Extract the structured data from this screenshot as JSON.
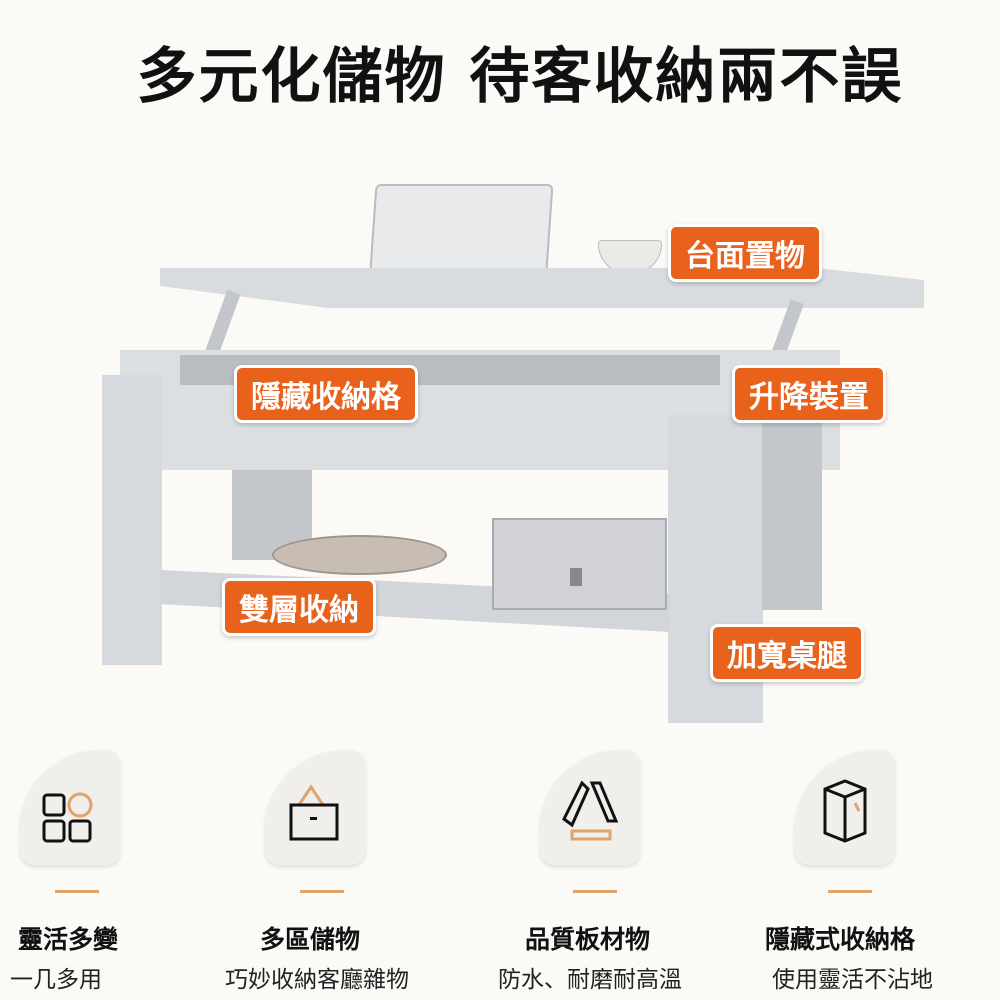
{
  "title": "多元化儲物 待客收納兩不誤",
  "tags": {
    "top": "台面置物",
    "hidden": "隱藏收納格",
    "lift": "升降裝置",
    "shelf": "雙層收納",
    "legs": "加寬桌腿"
  },
  "accent": "#e8621c",
  "features": [
    {
      "icon": "grid-circle-icon",
      "title": "靈活多變",
      "subtitle": "一几多用"
    },
    {
      "icon": "storage-box-icon",
      "title": "多區儲物",
      "subtitle": "巧妙收納客廳雜物"
    },
    {
      "icon": "board-material-icon",
      "title": "品質板材物",
      "subtitle": "防水、耐磨耐高溫"
    },
    {
      "icon": "cube-icon",
      "title": "隱藏式收納格",
      "subtitle": "使用靈活不沾地"
    }
  ]
}
